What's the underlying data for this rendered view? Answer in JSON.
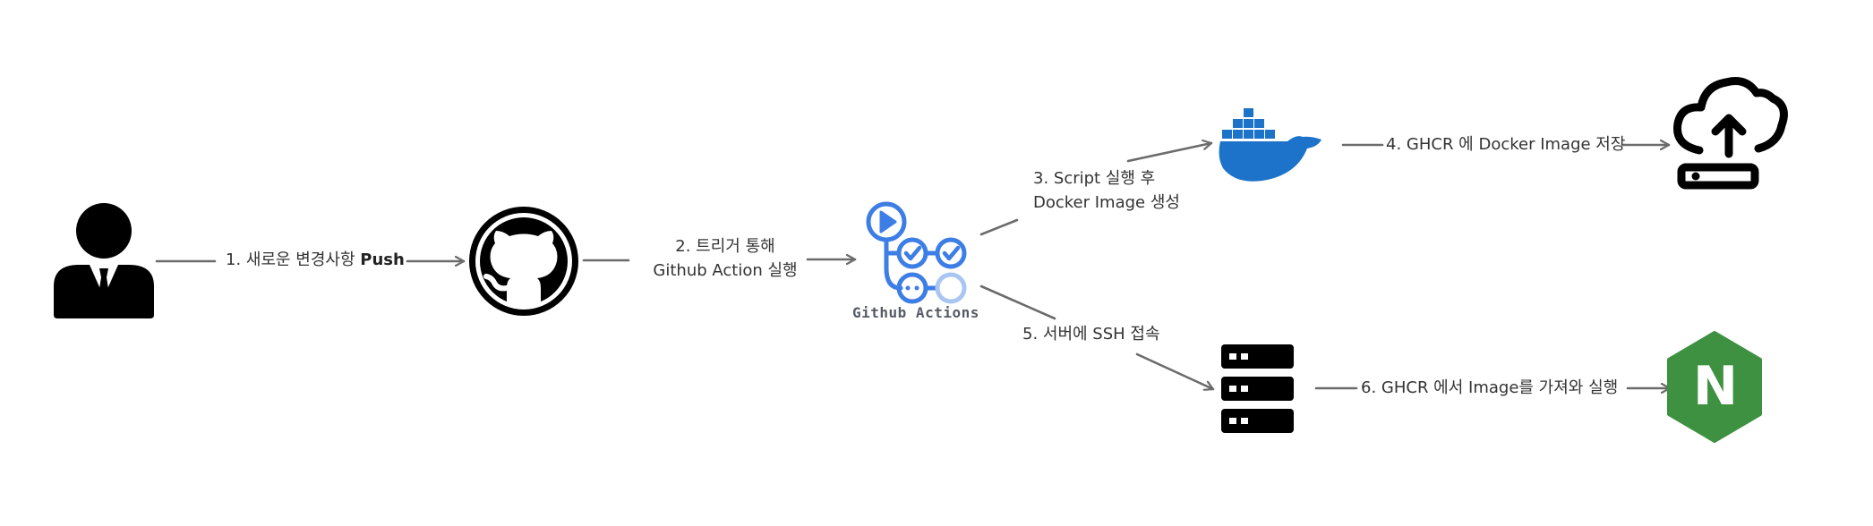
{
  "nodes": {
    "developer": {
      "icon": "user-suit-icon"
    },
    "github": {
      "icon": "github-icon"
    },
    "github_actions": {
      "icon": "github-actions-icon",
      "caption": "Github Actions"
    },
    "docker": {
      "icon": "docker-whale-icon"
    },
    "cloud_upload": {
      "icon": "cloud-upload-icon"
    },
    "server": {
      "icon": "server-rack-icon"
    },
    "nginx": {
      "icon": "nginx-icon",
      "letter": "N"
    }
  },
  "steps": {
    "step1": {
      "text": "1. 새로운 변경사항 ",
      "bold": "Push"
    },
    "step2": {
      "line1": "2. 트리거 통해",
      "line2": "Github Action 실행"
    },
    "step3": {
      "line1": "3. Script 실행 후",
      "line2": "Docker Image 생성"
    },
    "step4": {
      "text": "4. GHCR 에 Docker Image 저장"
    },
    "step5": {
      "text": "5. 서버에 SSH 접속"
    },
    "step6": {
      "text": "6. GHCR 에서 Image를 가져와 실행"
    }
  },
  "colors": {
    "arrow": "#6b6b6b",
    "icon_black": "#000000",
    "actions_blue": "#3d7ee6",
    "docker_blue": "#1d73c9",
    "nginx_green": "#3d9140"
  }
}
